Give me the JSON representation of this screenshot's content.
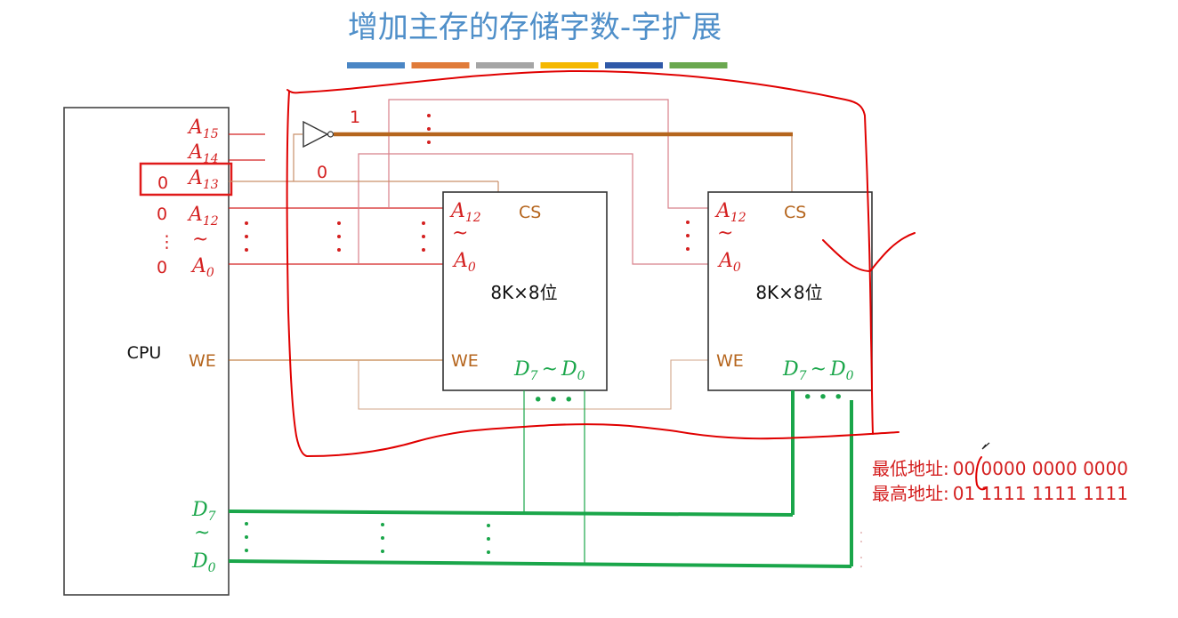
{
  "title": "增加主存的存储字数-字扩展",
  "title_bar_colors": [
    "#4a86c5",
    "#e07b39",
    "#a5a5a5",
    "#f5b800",
    "#2f59a8",
    "#6aa84f"
  ],
  "colors": {
    "address": "#d42020",
    "control": "#b5651d",
    "data": "#1aa64a",
    "annotation": "#e00000",
    "box": "#333333"
  },
  "cpu": {
    "label": "CPU",
    "pins": {
      "a15": {
        "base": "A",
        "sub": "15"
      },
      "a14": {
        "base": "A",
        "sub": "14"
      },
      "a13": {
        "base": "A",
        "sub": "13"
      },
      "a12": {
        "base": "A",
        "sub": "12"
      },
      "a_tilde": "~",
      "a0": {
        "base": "A",
        "sub": "0"
      },
      "we": "WE",
      "d7": {
        "base": "D",
        "sub": "7"
      },
      "d_tilde": "~",
      "d0": {
        "base": "D",
        "sub": "0"
      }
    },
    "bit_values": {
      "a13": "0",
      "a12": "0",
      "ellipsis": "⋮",
      "a0": "0"
    }
  },
  "inverter": {
    "output_value": "1",
    "input_value": "0"
  },
  "chips": [
    {
      "capacity": "8K×8位",
      "addr_high": {
        "base": "A",
        "sub": "12"
      },
      "addr_tilde": "~",
      "addr_low": {
        "base": "A",
        "sub": "0"
      },
      "cs": "CS",
      "we": "WE",
      "data": {
        "high": "D",
        "high_sub": "7",
        "tilde": "~",
        "low": "D",
        "low_sub": "0"
      }
    },
    {
      "capacity": "8K×8位",
      "addr_high": {
        "base": "A",
        "sub": "12"
      },
      "addr_tilde": "~",
      "addr_low": {
        "base": "A",
        "sub": "0"
      },
      "cs": "CS",
      "we": "WE",
      "data": {
        "high": "D",
        "high_sub": "7",
        "tilde": "~",
        "low": "D",
        "low_sub": "0"
      }
    }
  ],
  "ellipsis_h": "• • •",
  "address_range": {
    "lowest_label": "最低地址:",
    "lowest_value": "00 0000 0000 0000",
    "highest_label": "最高地址:",
    "highest_value": "01 1111 1111 1111"
  }
}
